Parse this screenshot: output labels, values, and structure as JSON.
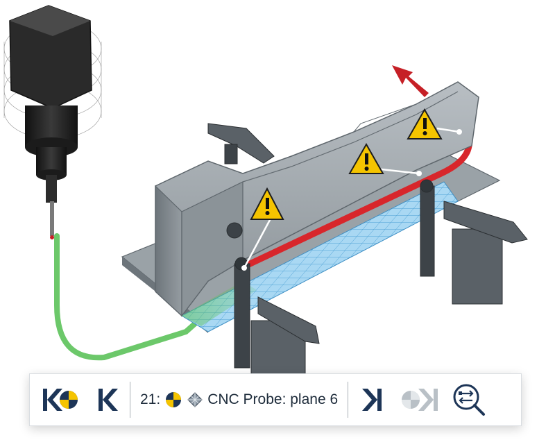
{
  "toolbar": {
    "first_operation_button": "jump-to-start",
    "previous_button": "previous-operation",
    "operation_number": "21:",
    "operation_title": "CNC Probe: plane 6",
    "next_button": "next-operation",
    "last_operation_button": "jump-to-end",
    "analyze_button": "search-compare"
  },
  "icons": {
    "probe_target": "probe-target-icon",
    "surface_mesh": "surface-mesh-icon",
    "warning": "warning-triangle-icon"
  },
  "colors": {
    "brand_navy": "#1d3557",
    "probe_yellow": "#f5c400",
    "tool_path_green": "#5cc25a",
    "collision_red": "#d8262b",
    "mesh_blue": "#8ec9ec",
    "part_gray": "#7f878d",
    "disabled_gray": "#b9c0c6"
  }
}
